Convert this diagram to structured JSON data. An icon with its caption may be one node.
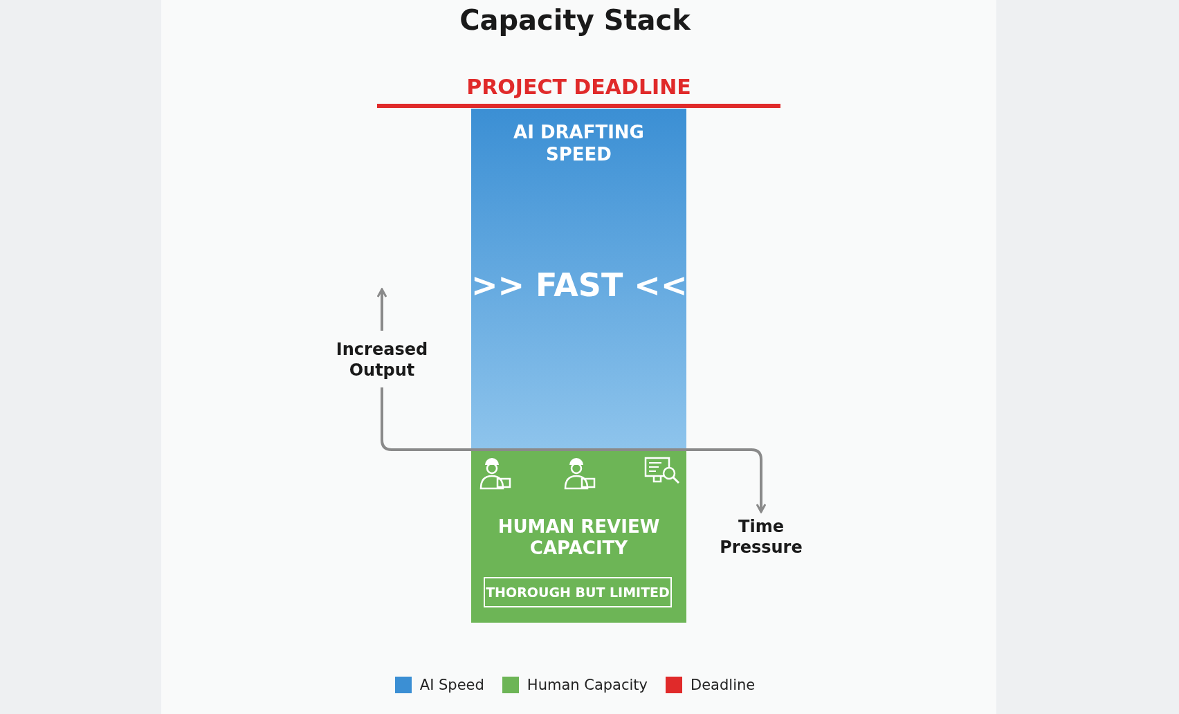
{
  "diagram": {
    "title": "Capacity Stack",
    "nodes": [
      {
        "text": [
          "AI DRAFTING SPEED",
          ">> FAST <<"
        ]
      },
      {
        "text": [
          "HUMAN REVIEW CAPACITY"
        ]
      },
      {
        "text": [
          "THOROUGH BUT LIMITED"
        ],
        "in": 1
      },
      {
        "text": [
          "Increased Output"
        ]
      },
      {
        "text": [
          "Time Pressure"
        ]
      }
    ],
    "edges": [
      {
        "from": 3,
        "to": 4,
        "arrow": "to"
      }
    ],
    "labels": [
      "PROJECT DEADLINE"
    ],
    "legend": [
      {
        "text": "AI Speed",
        "color": "#3b8fd4"
      },
      {
        "text": "Human Capacity",
        "color": "#6db556"
      },
      {
        "text": "Deadline",
        "color": "#e02a2a"
      }
    ]
  }
}
